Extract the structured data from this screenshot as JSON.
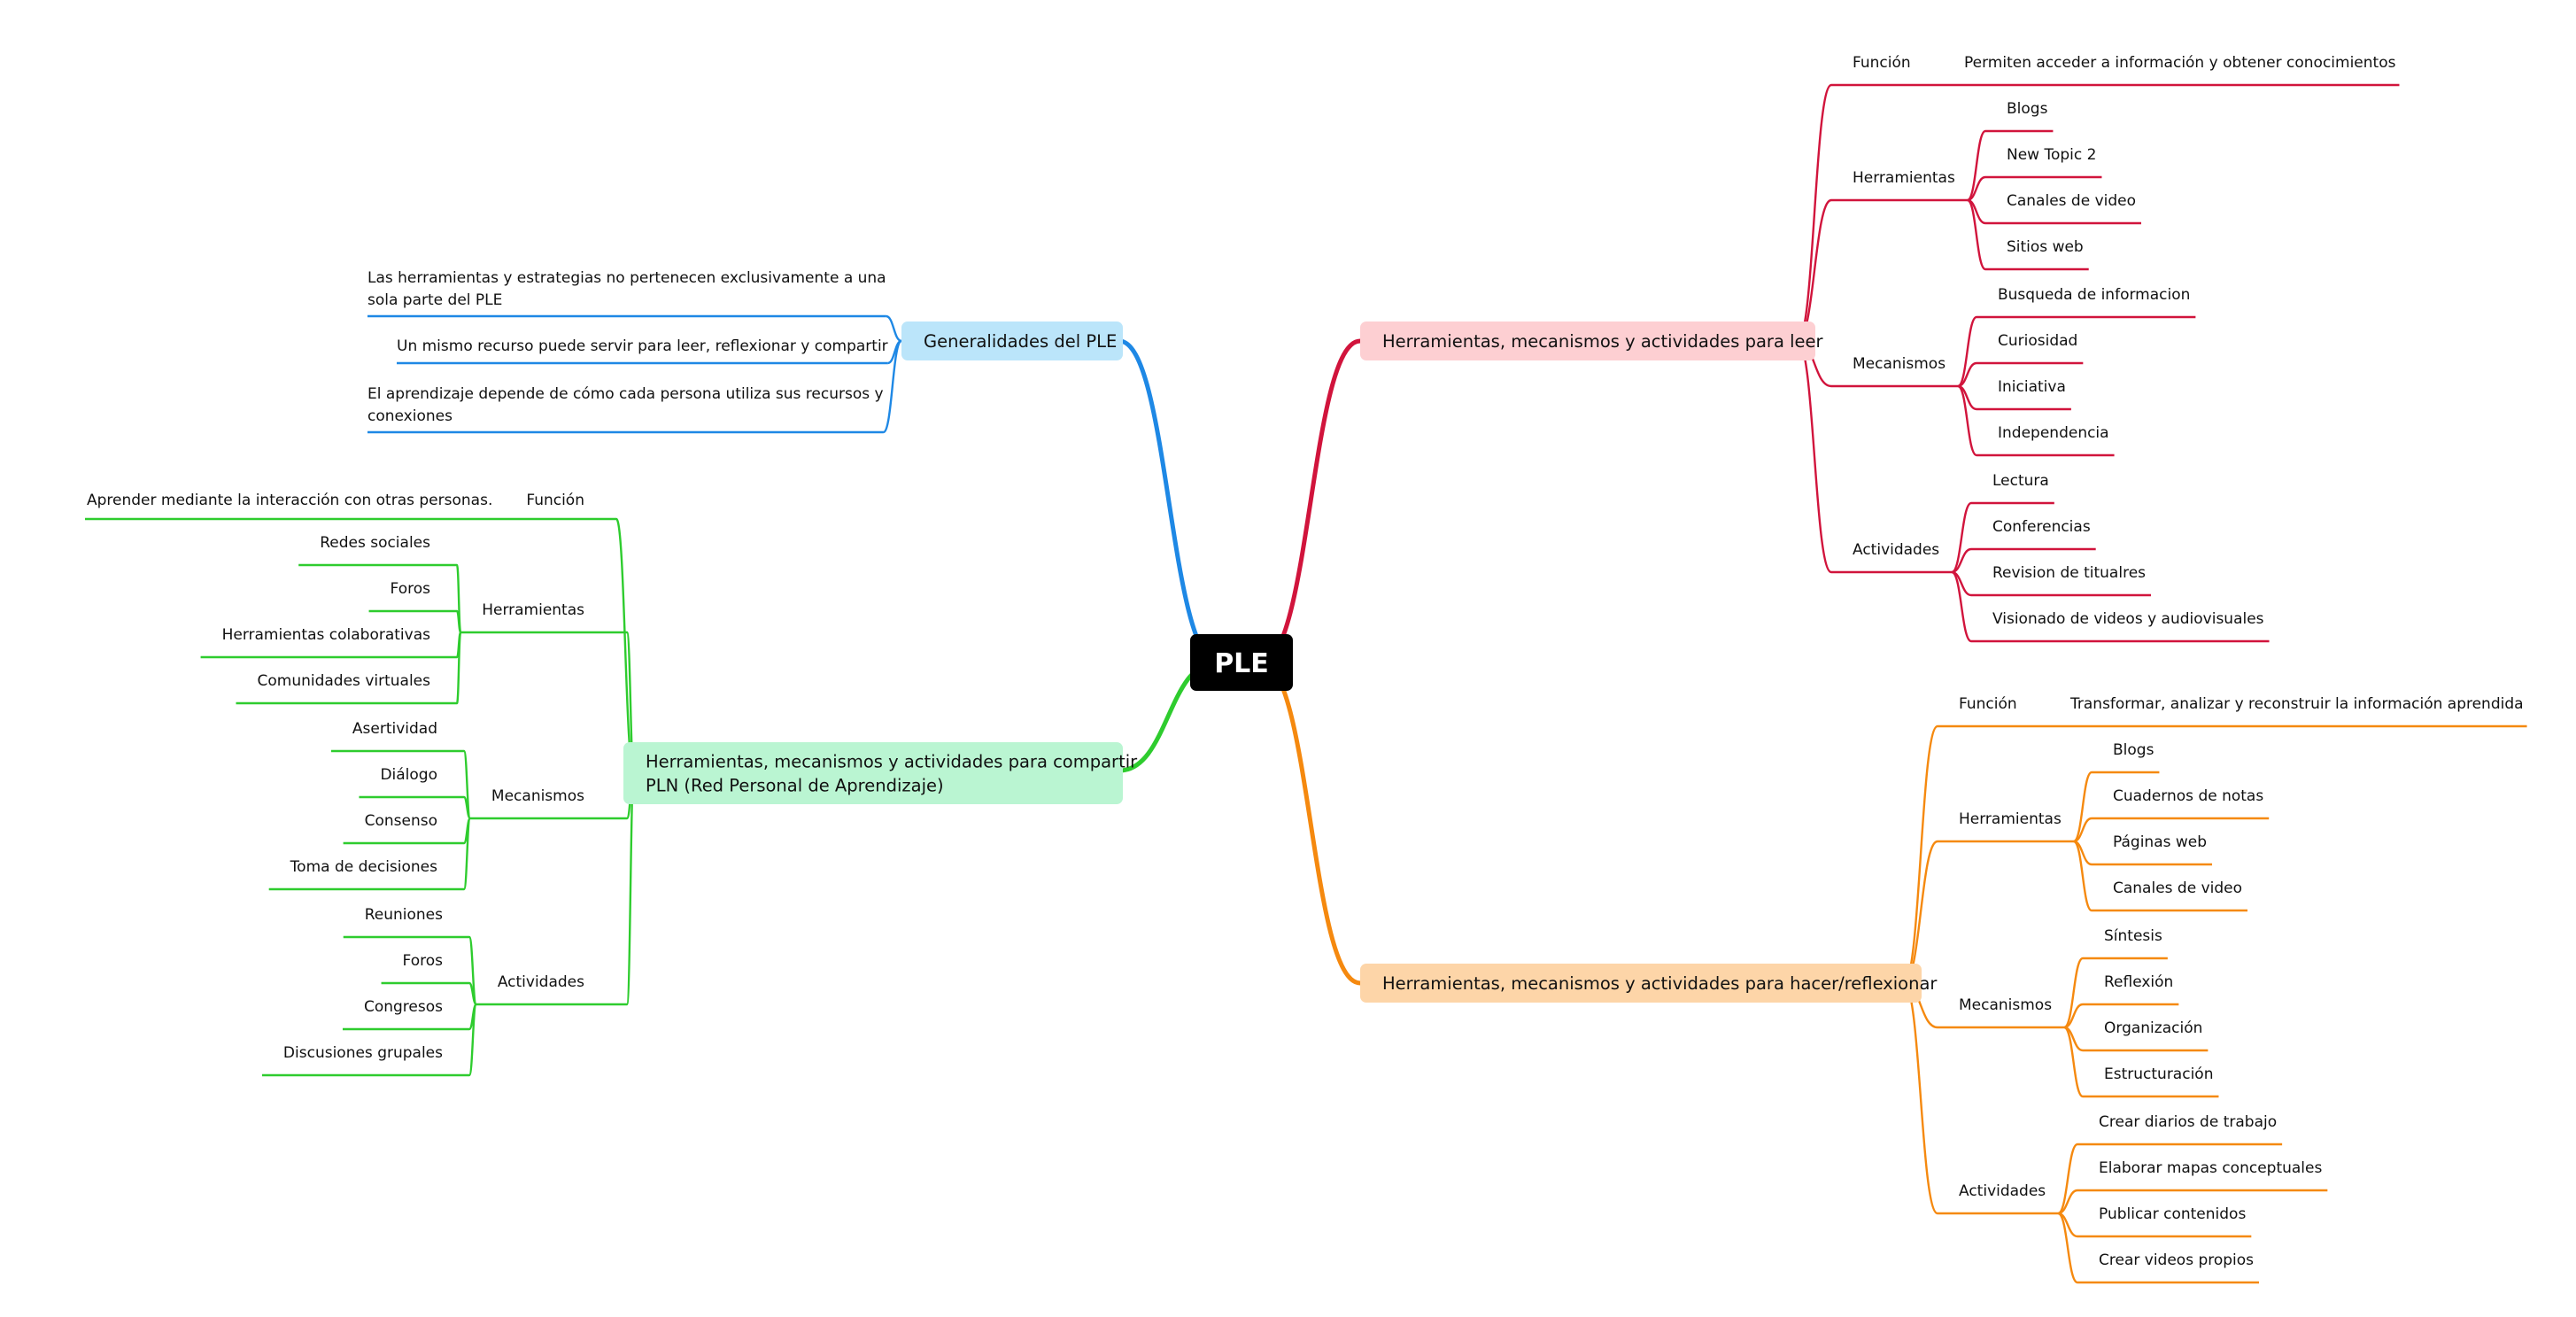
{
  "root": {
    "label": "PLE",
    "bg": "#000000",
    "fg": "#ffffff"
  },
  "branches": {
    "generalidades": {
      "label": "Generalidades del PLE",
      "color": "#1e88e5",
      "bg": "#bbe5fa",
      "children": [
        {
          "lines": [
            "Las herramientas y estrategias no pertenecen exclusivamente a una",
            "sola parte del PLE"
          ]
        },
        {
          "lines": [
            "Un mismo recurso puede servir para leer, reflexionar y compartir"
          ]
        },
        {
          "lines": [
            "El aprendizaje depende de cómo cada persona utiliza sus recursos y",
            "conexiones"
          ]
        }
      ]
    },
    "compartir": {
      "lines": [
        "Herramientas, mecanismos y actividades para compartir",
        "PLN (Red Personal de Aprendizaje)"
      ],
      "color": "#2ecc2e",
      "bg": "#baf5d2",
      "funcion": {
        "label": "Función",
        "value": "Aprender mediante la interacción con otras personas."
      },
      "herramientas": {
        "label": "Herramientas",
        "items": [
          "Redes sociales",
          "Foros",
          "Herramientas colaborativas",
          "Comunidades virtuales"
        ]
      },
      "mecanismos": {
        "label": "Mecanismos",
        "items": [
          "Asertividad",
          "Diálogo",
          "Consenso",
          "Toma de decisiones"
        ]
      },
      "actividades": {
        "label": "Actividades",
        "items": [
          "Reuniones",
          "Foros",
          "Congresos",
          "Discusiones grupales"
        ]
      }
    },
    "leer": {
      "label": "Herramientas, mecanismos y actividades para leer",
      "color": "#d1143c",
      "bg": "#fdcfd2",
      "funcion": {
        "label": "Función",
        "value": "Permiten acceder a información y obtener conocimientos"
      },
      "herramientas": {
        "label": "Herramientas",
        "items": [
          "Blogs",
          "New Topic 2",
          "Canales de video",
          "Sitios web"
        ]
      },
      "mecanismos": {
        "label": "Mecanismos",
        "items": [
          "Busqueda de informacion",
          "Curiosidad",
          "Iniciativa",
          "Independencia"
        ]
      },
      "actividades": {
        "label": "Actividades",
        "items": [
          "Lectura",
          "Conferencias",
          "Revision de titualres",
          "Visionado de videos y audiovisuales"
        ]
      }
    },
    "hacer": {
      "label": "Herramientas, mecanismos y actividades para hacer/reflexionar",
      "color": "#f5890f",
      "bg": "#fdd5a8",
      "funcion": {
        "label": "Función",
        "value": "Transformar, analizar y reconstruir la información aprendida"
      },
      "herramientas": {
        "label": "Herramientas",
        "items": [
          "Blogs",
          "Cuadernos de notas",
          "Páginas web",
          "Canales de video"
        ]
      },
      "mecanismos": {
        "label": "Mecanismos",
        "items": [
          "Síntesis",
          "Reflexión",
          "Organización",
          "Estructuración"
        ]
      },
      "actividades": {
        "label": "Actividades",
        "items": [
          "Crear diarios de trabajo",
          "Elaborar mapas conceptuales",
          "Publicar contenidos",
          "Crear videos propios"
        ]
      }
    }
  }
}
